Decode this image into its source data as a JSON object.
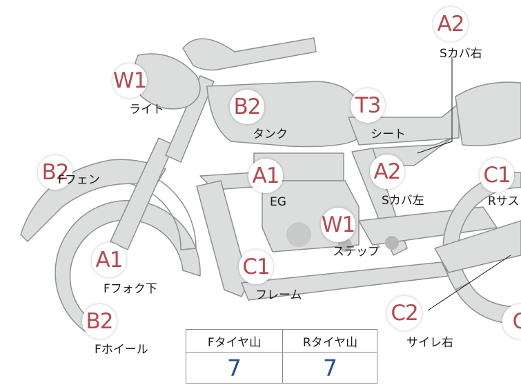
{
  "parts": [
    {
      "id": "light",
      "grade": "W1",
      "label": "ライト"
    },
    {
      "id": "tank",
      "grade": "B2",
      "label": "タンク"
    },
    {
      "id": "seat",
      "grade": "T3",
      "label": "シート"
    },
    {
      "id": "side-cover-right",
      "grade": "A2",
      "label": "Sカバ右"
    },
    {
      "id": "side-cover-left",
      "grade": "A2",
      "label": "Sカバ左"
    },
    {
      "id": "front-fender",
      "grade": "B2",
      "label": "Fフェン"
    },
    {
      "id": "engine",
      "grade": "A1",
      "label": "EG"
    },
    {
      "id": "step",
      "grade": "W1",
      "label": "ステップ"
    },
    {
      "id": "rear-suspension",
      "grade": "C1",
      "label": "Rサス"
    },
    {
      "id": "front-fork-lower",
      "grade": "A1",
      "label": "Fフォク下"
    },
    {
      "id": "frame",
      "grade": "C1",
      "label": "フレーム"
    },
    {
      "id": "front-wheel",
      "grade": "B2",
      "label": "Fホイール"
    },
    {
      "id": "silencer-right",
      "grade": "C2",
      "label": "サイレ右"
    },
    {
      "id": "edge-partial",
      "grade": "C",
      "label": ""
    }
  ],
  "tread_table": {
    "headers": [
      "Fタイヤ山",
      "Rタイヤ山"
    ],
    "values": [
      "7",
      "7"
    ]
  },
  "colors": {
    "body": "#dcdedd",
    "outline": "#8e9090",
    "grade": "#b44a4f",
    "value": "#2a4d8f"
  }
}
